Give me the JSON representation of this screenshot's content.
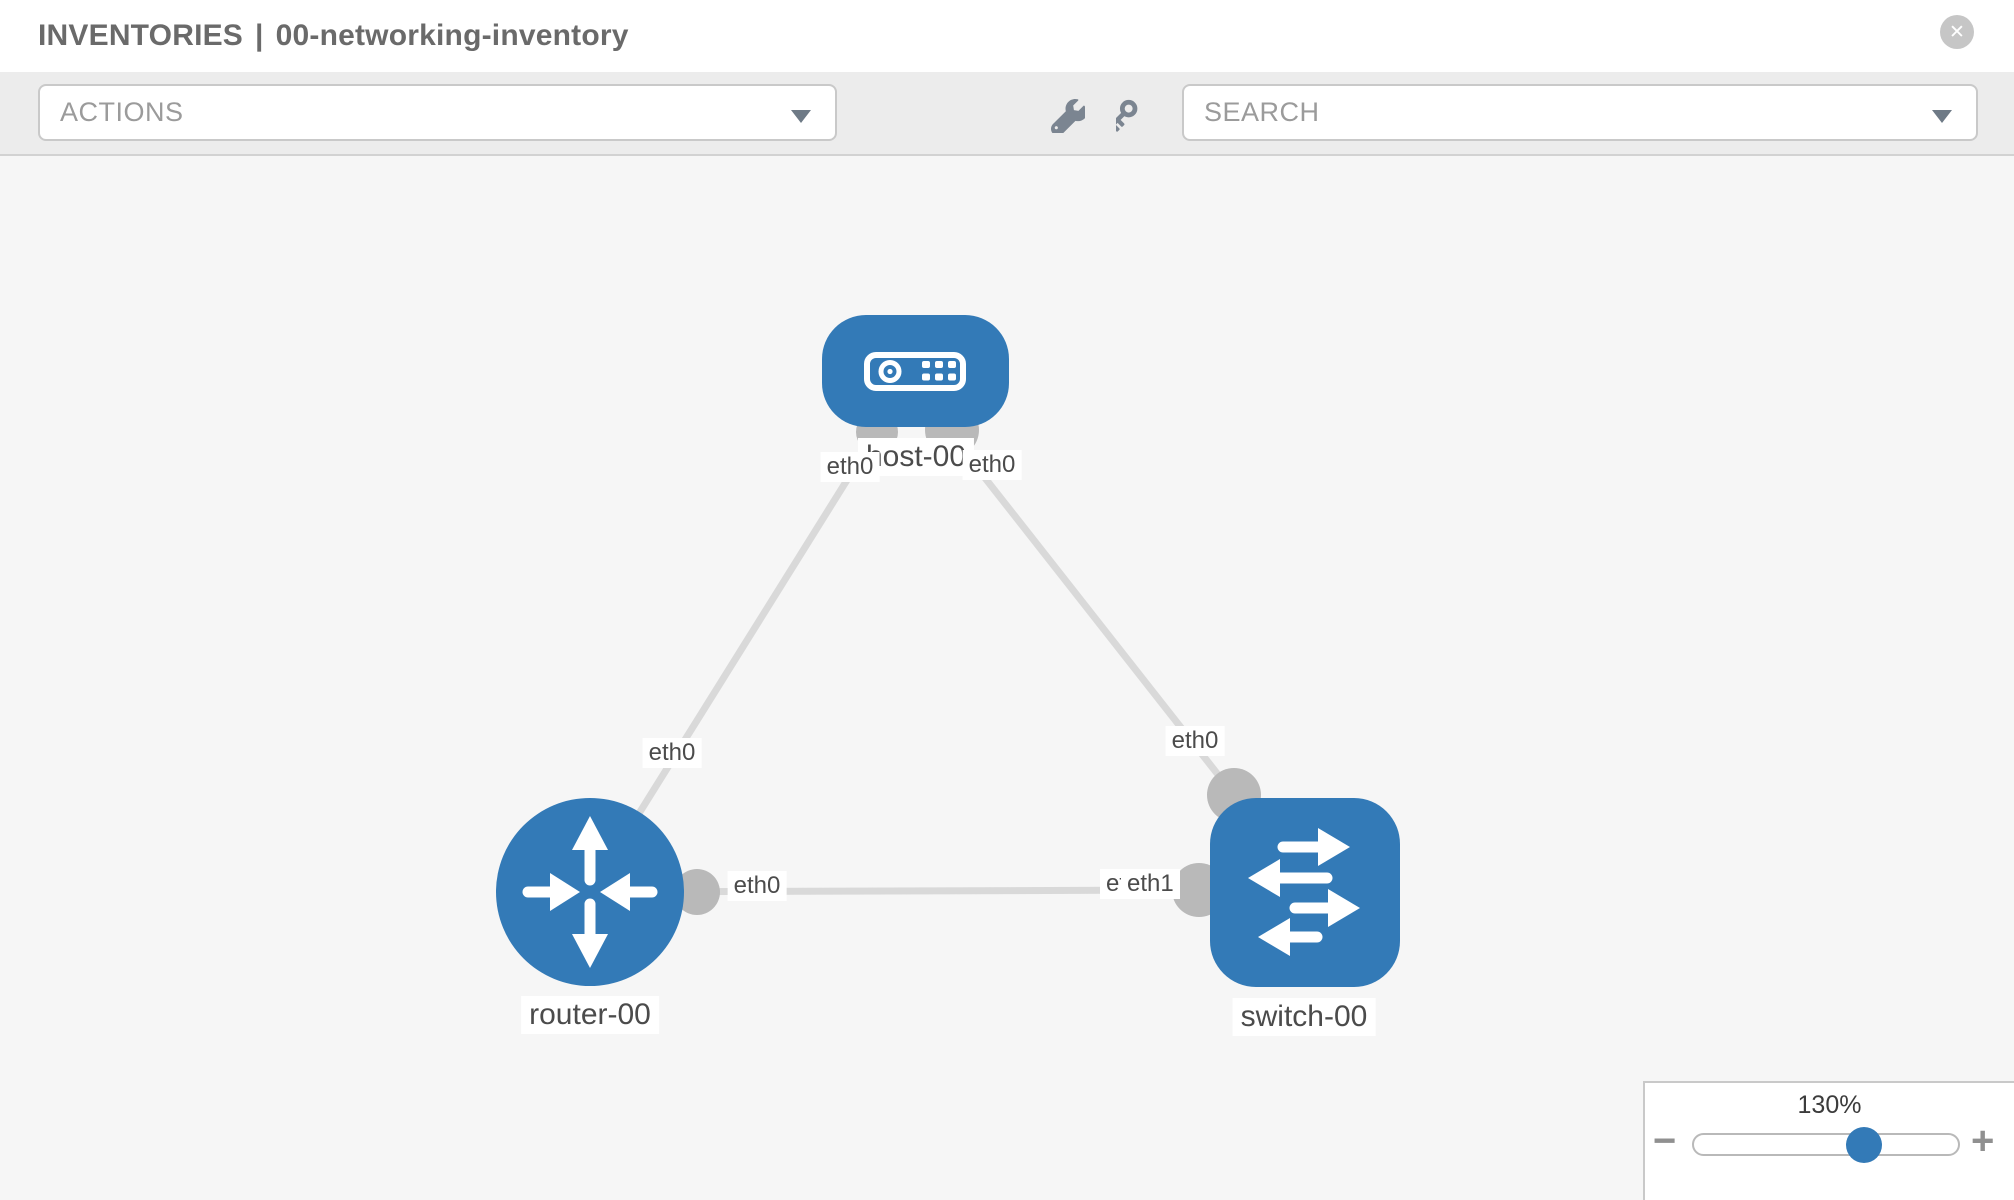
{
  "header": {
    "title_prefix": "INVENTORIES",
    "separator": "|",
    "inventory_name": "00-networking-inventory",
    "close_glyph": "✕"
  },
  "toolbar": {
    "actions_label": "ACTIONS",
    "search_label": "SEARCH",
    "icons": [
      "wrench-icon",
      "key-icon"
    ]
  },
  "topology": {
    "nodes": [
      {
        "id": "host-00",
        "label": "host-00",
        "type": "host"
      },
      {
        "id": "router-00",
        "label": "router-00",
        "type": "router"
      },
      {
        "id": "switch-00",
        "label": "switch-00",
        "type": "switch"
      }
    ],
    "links": [
      {
        "source": "router-00",
        "source_interface": "eth0",
        "target": "host-00",
        "target_interface": "eth0"
      },
      {
        "source": "host-00",
        "source_interface": "eth0",
        "target": "switch-00",
        "target_interface": "eth0"
      },
      {
        "source": "router-00",
        "source_interface": "eth0",
        "target": "switch-00",
        "target_interface": "eth1"
      }
    ],
    "interface_labels": {
      "host_left": "eth0",
      "host_right": "eth0",
      "router_to_host": "eth0",
      "switch_to_host": "eth0",
      "router_to_switch": "eth0",
      "switch_to_router_back": "eth0",
      "switch_to_router_front": "eth1"
    }
  },
  "zoom_control": {
    "level": "130%",
    "percent": 130,
    "minus_glyph": "−",
    "plus_glyph": "+"
  },
  "colors": {
    "node_blue": "#337ab7",
    "link_gray": "#d9d9d9",
    "interface_gray": "#b9b9b9",
    "toolbar_gray": "#ececec",
    "canvas_gray": "#f6f6f6"
  }
}
